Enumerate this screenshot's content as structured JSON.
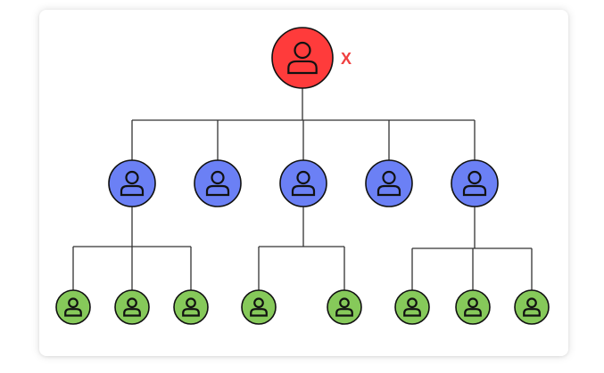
{
  "org_chart": {
    "root_label": "X",
    "colors": {
      "root": "#ff3b3b",
      "level1": "#6b80f5",
      "level2": "#86c95a",
      "label": "#f04040",
      "line": "#333333"
    },
    "icon": "person-icon",
    "nodes": [
      {
        "id": "root",
        "level": 0,
        "parent": null
      },
      {
        "id": "m1",
        "level": 1,
        "parent": "root"
      },
      {
        "id": "m2",
        "level": 1,
        "parent": "root"
      },
      {
        "id": "m3",
        "level": 1,
        "parent": "root"
      },
      {
        "id": "m4",
        "level": 1,
        "parent": "root"
      },
      {
        "id": "m5",
        "level": 1,
        "parent": "root"
      },
      {
        "id": "e1",
        "level": 2,
        "parent": "m1"
      },
      {
        "id": "e2",
        "level": 2,
        "parent": "m1"
      },
      {
        "id": "e3",
        "level": 2,
        "parent": "m1"
      },
      {
        "id": "e4",
        "level": 2,
        "parent": "m3"
      },
      {
        "id": "e5",
        "level": 2,
        "parent": "m3"
      },
      {
        "id": "e6",
        "level": 2,
        "parent": "m5"
      },
      {
        "id": "e7",
        "level": 2,
        "parent": "m5"
      },
      {
        "id": "e8",
        "level": 2,
        "parent": "m5"
      }
    ]
  }
}
